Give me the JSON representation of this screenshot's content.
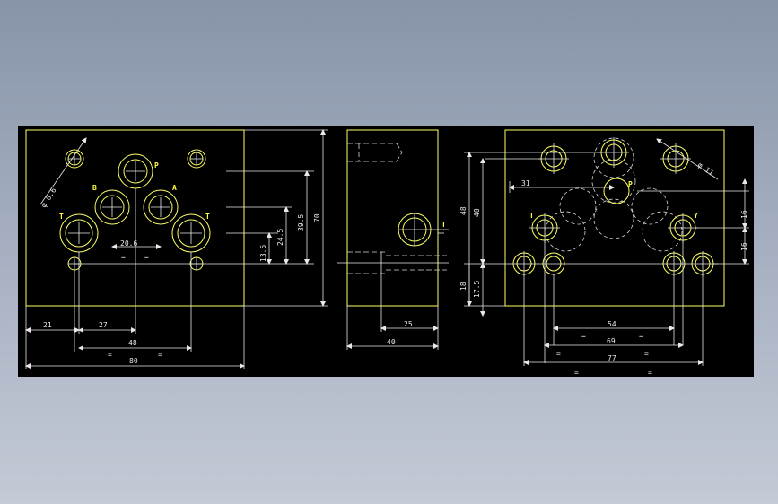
{
  "colors": {
    "outline": "#ffff66",
    "dims": "#e8e8e8",
    "hidden": "#d8d8d8",
    "label": "#ffff44"
  },
  "front_view": {
    "port_labels": {
      "P": "P",
      "B": "B",
      "A": "A",
      "T_left": "T",
      "T_right": "T"
    },
    "dims": {
      "diameter": "φ 6.6",
      "hole_spacing": "20.6",
      "v_13_5": "13.5",
      "v_24_5": "24.5",
      "v_39_5": "39.5",
      "v_70": "70",
      "h_21": "21",
      "h_27": "27",
      "h_48": "48",
      "h_80": "80",
      "eq_left": "=",
      "eq_right": "=",
      "eq_small_1": "=",
      "eq_small_2": "="
    }
  },
  "side_view": {
    "port_label_T": "T",
    "dims": {
      "h_25": "25",
      "h_40": "40"
    }
  },
  "back_view": {
    "port_labels": {
      "T_left": "T",
      "Y_right": "Y",
      "P": "P"
    },
    "dims": {
      "diameter": "φ 11",
      "h_31": "31",
      "v_48": "48",
      "v_40": "40",
      "v_18": "18",
      "v_17_5": "17.5",
      "v_16_top": "16",
      "v_16_bottom": "16",
      "h_54": "54",
      "h_69": "69",
      "h_77": "77",
      "eq_54_l": "=",
      "eq_54_r": "=",
      "eq_69_l": "=",
      "eq_69_r": "=",
      "eq_bot_l": "=",
      "eq_bot_r": "="
    }
  }
}
